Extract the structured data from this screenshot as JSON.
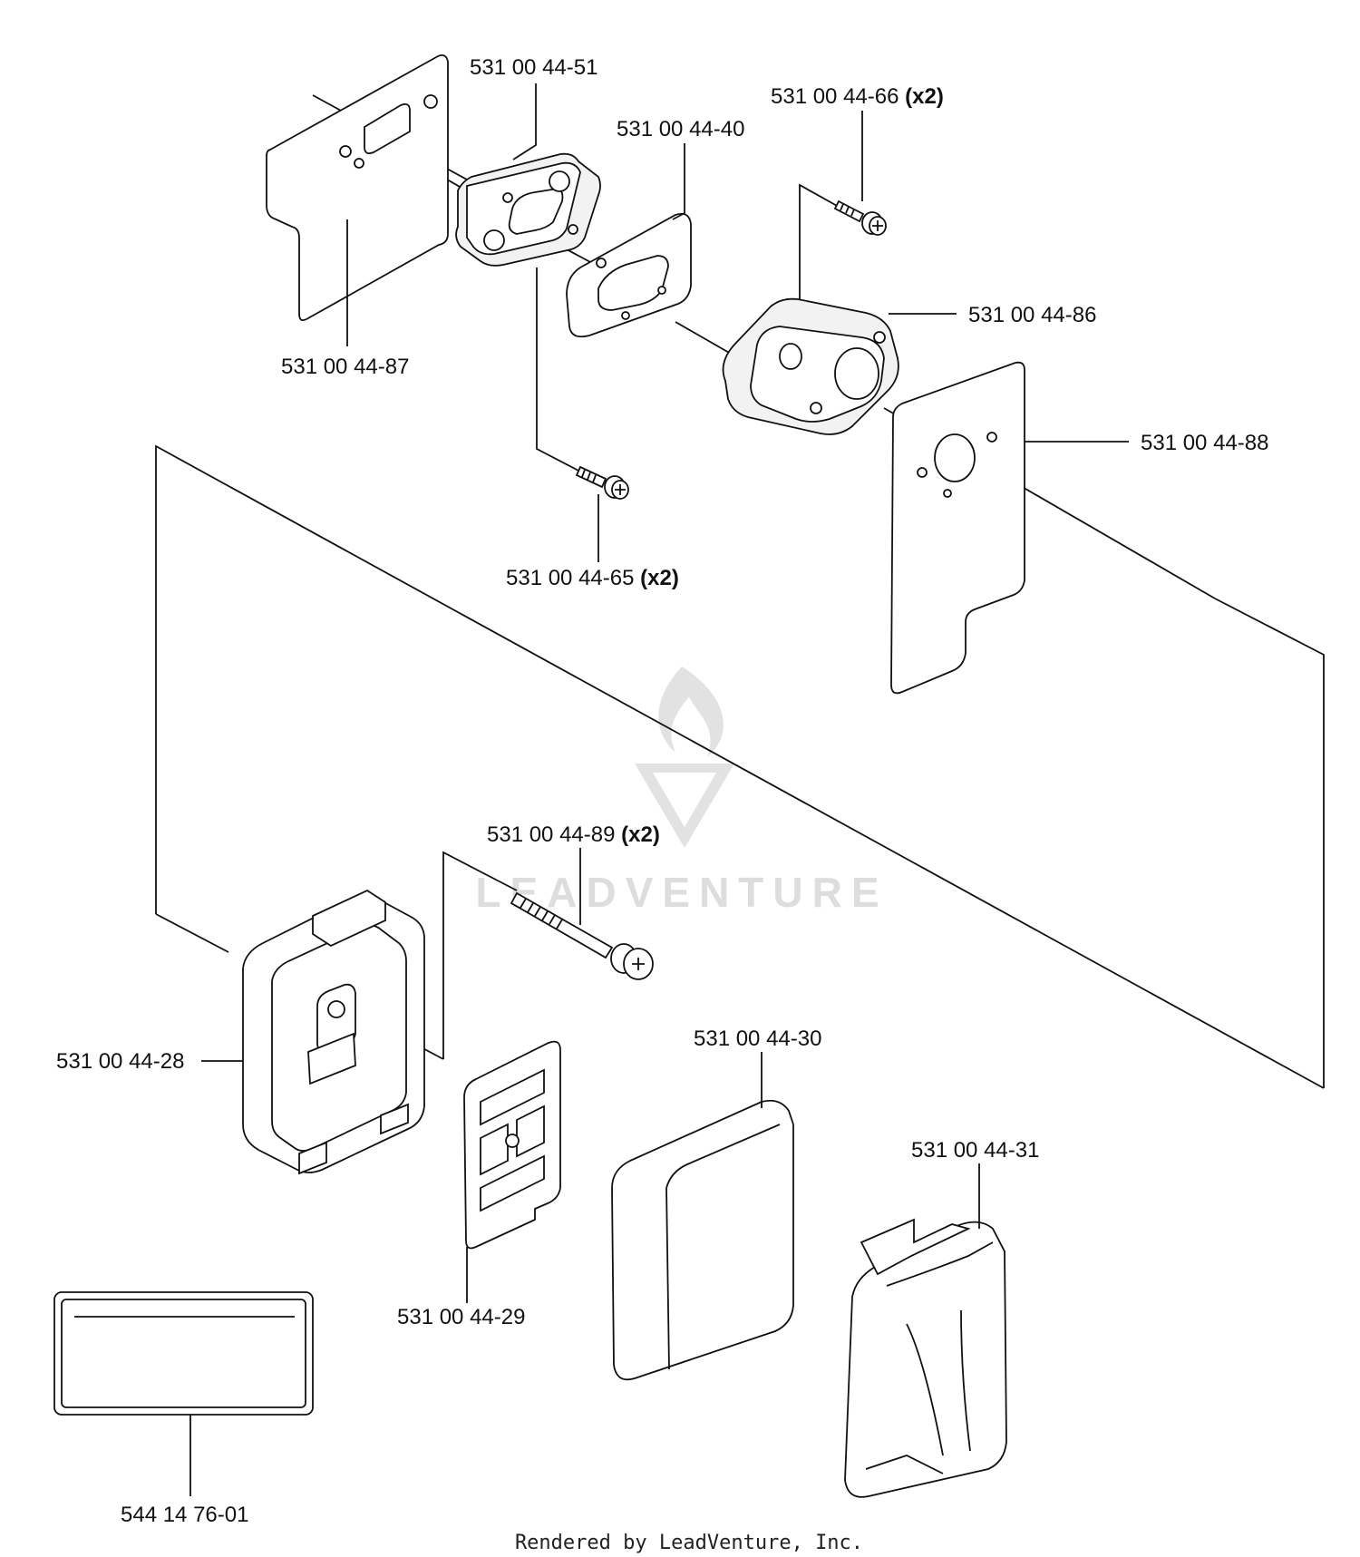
{
  "watermark": {
    "brand": "LEADVENTURE"
  },
  "parts": [
    {
      "number": "531 00 44-51",
      "qty": ""
    },
    {
      "number": "531 00 44-66",
      "qty": "(x2)"
    },
    {
      "number": "531 00 44-40",
      "qty": ""
    },
    {
      "number": "531 00 44-86",
      "qty": ""
    },
    {
      "number": "531 00 44-87",
      "qty": ""
    },
    {
      "number": "531 00 44-88",
      "qty": ""
    },
    {
      "number": "531 00 44-65",
      "qty": "(x2)"
    },
    {
      "number": "531 00 44-89",
      "qty": "(x2)"
    },
    {
      "number": "531 00 44-28",
      "qty": ""
    },
    {
      "number": "531 00 44-30",
      "qty": ""
    },
    {
      "number": "531 00 44-31",
      "qty": ""
    },
    {
      "number": "531 00 44-29",
      "qty": ""
    },
    {
      "number": "544 14 76-01",
      "qty": ""
    }
  ],
  "footer": {
    "credit": "Rendered by LeadVenture, Inc."
  },
  "colors": {
    "line": "#111111",
    "watermark": "#dddddd",
    "background": "#ffffff"
  }
}
